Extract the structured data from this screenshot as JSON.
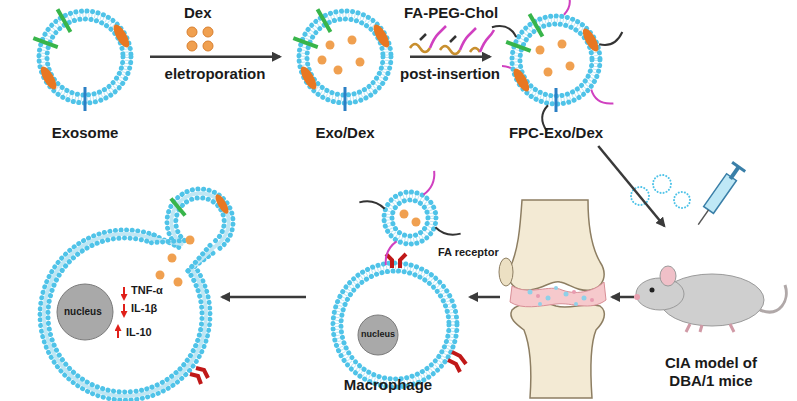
{
  "diagram": {
    "nodes": [
      {
        "text": [
          "Exosome"
        ]
      },
      {
        "text": [
          "Exo/Dex"
        ]
      },
      {
        "text": [
          "FPC-Exo/Dex"
        ]
      },
      {
        "text": [
          "CIA model of DBA/1 mice"
        ]
      },
      {
        "text": [
          "Macrophage"
        ]
      }
    ],
    "edges": [
      {
        "from": 0,
        "to": 1,
        "arrow": "to",
        "label": "eletroporation"
      },
      {
        "from": 1,
        "to": 2,
        "arrow": "to",
        "label": "post-insertion"
      },
      {
        "from": 2,
        "to": 3,
        "arrow": "to"
      }
    ],
    "labels": [
      "Dex",
      "FA-PEG-Chol",
      "FA receptor",
      "nucleus",
      "nucleus",
      "TNF-α",
      "IL-1β",
      "IL-10"
    ]
  }
}
